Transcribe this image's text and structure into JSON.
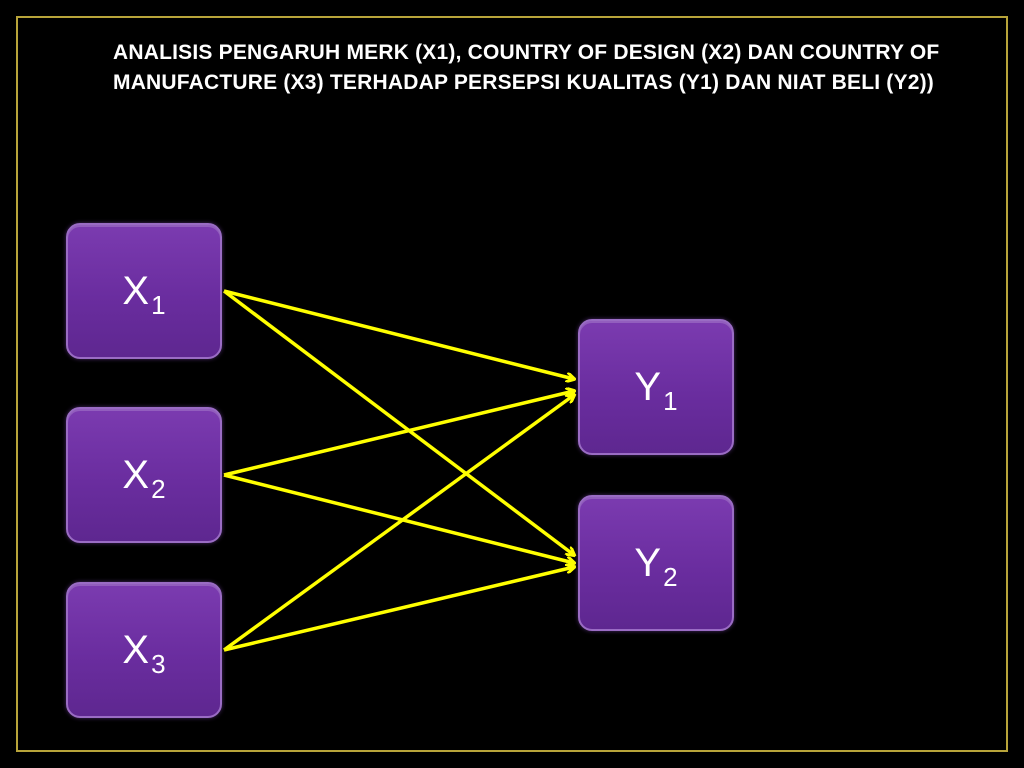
{
  "title": "ANALISIS PENGARUH MERK (X1), COUNTRY OF DESIGN (X2) DAN COUNTRY OF MANUFACTURE (X3) TERHADAP PERSEPSI KUALITAS (Y1) DAN NIAT BELI (Y2))",
  "nodes": {
    "x1": {
      "letter": "X",
      "sub": "1"
    },
    "x2": {
      "letter": "X",
      "sub": "2"
    },
    "x3": {
      "letter": "X",
      "sub": "3"
    },
    "y1": {
      "letter": "Y",
      "sub": "1"
    },
    "y2": {
      "letter": "Y",
      "sub": "2"
    }
  },
  "edges": [
    {
      "from": "x1",
      "to": "y1"
    },
    {
      "from": "x1",
      "to": "y2"
    },
    {
      "from": "x2",
      "to": "y1"
    },
    {
      "from": "x2",
      "to": "y2"
    },
    {
      "from": "x3",
      "to": "y1"
    },
    {
      "from": "x3",
      "to": "y2"
    }
  ],
  "colors": {
    "background": "#000000",
    "frame": "#b8a43a",
    "node_fill": "#6a2d9f",
    "arrow": "#ffff00",
    "text": "#ffffff"
  }
}
